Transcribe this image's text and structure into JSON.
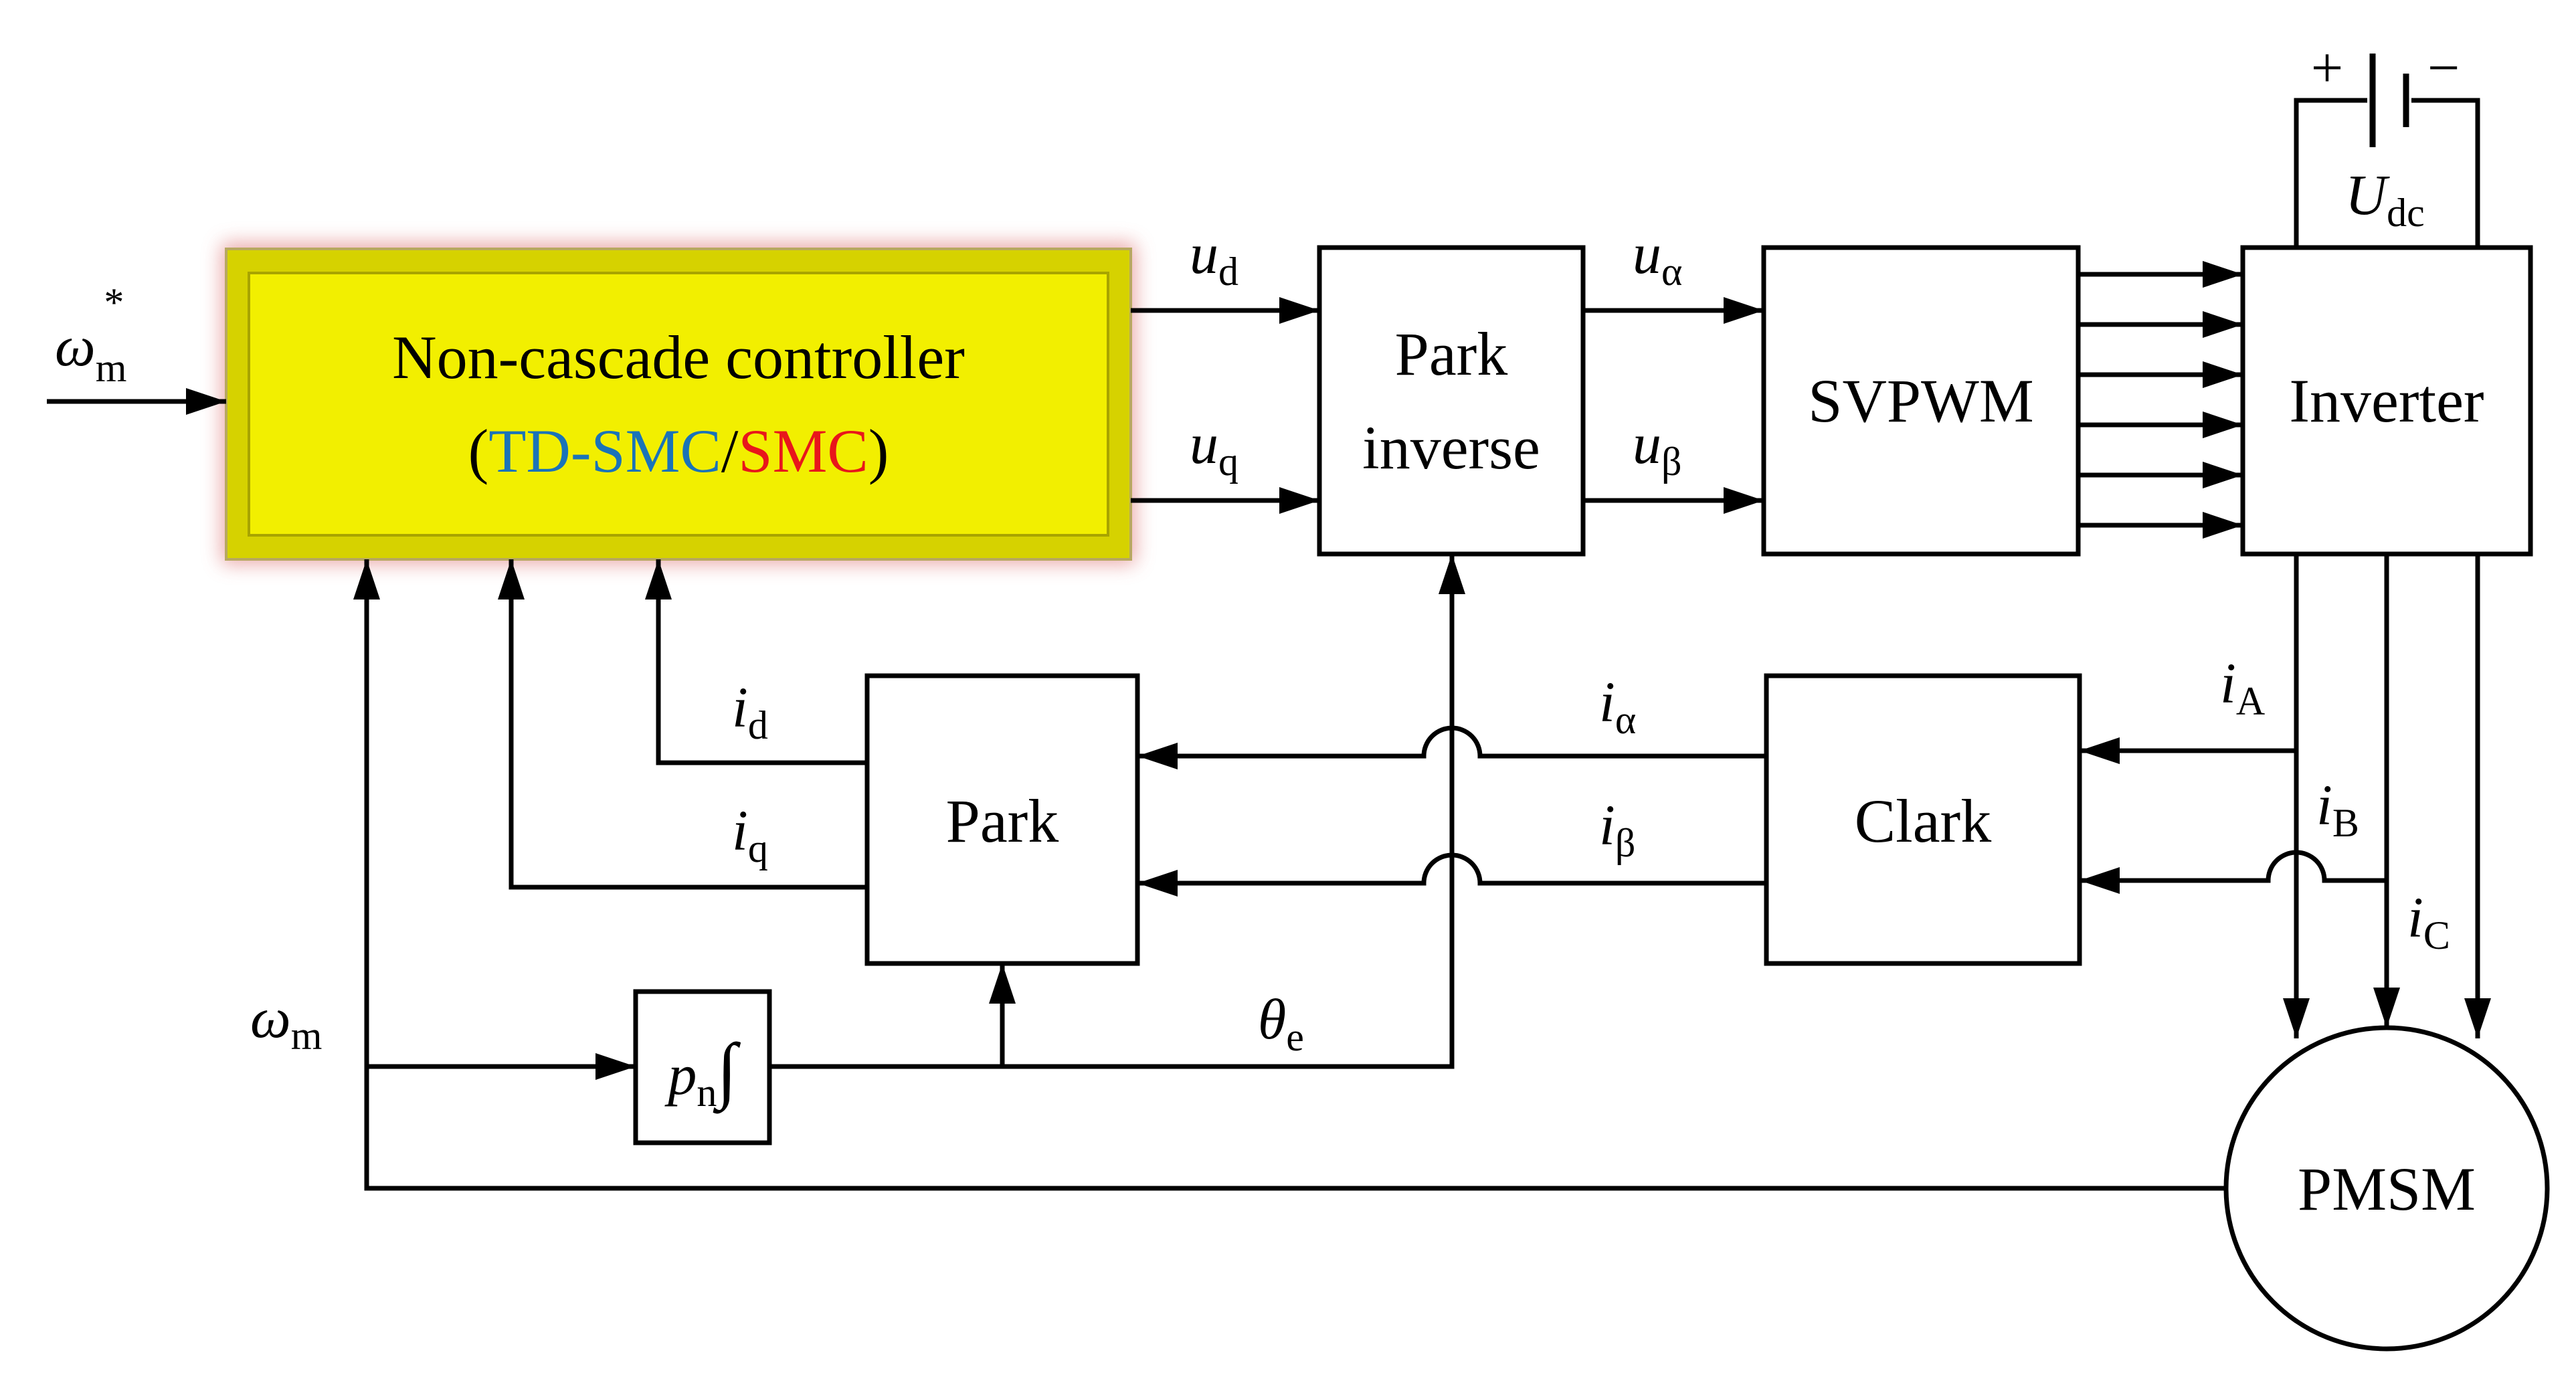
{
  "blocks": {
    "controller": {
      "title": "Non-cascade controller",
      "paren_open": "(",
      "variant_a": "TD-SMC",
      "separator": "/",
      "variant_b": "SMC",
      "paren_close": ")"
    },
    "park_inverse": {
      "line1": "Park",
      "line2": "inverse"
    },
    "svpwm": "SVPWM",
    "inverter": "Inverter",
    "park": "Park",
    "clark": "Clark",
    "pmsm": "PMSM",
    "integrator": {
      "symbol": "p",
      "subscript": "n",
      "integral": "∫"
    }
  },
  "signals": {
    "omega_ref": {
      "symbol": "ω",
      "subscript": "m",
      "superscript": "*"
    },
    "ud": {
      "symbol": "u",
      "subscript": "d"
    },
    "uq": {
      "symbol": "u",
      "subscript": "q"
    },
    "ualpha": {
      "symbol": "u",
      "subscript": "α"
    },
    "ubeta": {
      "symbol": "u",
      "subscript": "β"
    },
    "udc": {
      "symbol": "U",
      "subscript": "dc"
    },
    "battery_plus": "+",
    "battery_minus": "−",
    "id": {
      "symbol": "i",
      "subscript": "d"
    },
    "iq": {
      "symbol": "i",
      "subscript": "q"
    },
    "ialpha": {
      "symbol": "i",
      "subscript": "α"
    },
    "ibeta": {
      "symbol": "i",
      "subscript": "β"
    },
    "iA": {
      "symbol": "i",
      "subscript": "A"
    },
    "iB": {
      "symbol": "i",
      "subscript": "B"
    },
    "iC": {
      "symbol": "i",
      "subscript": "C"
    },
    "omega_m": {
      "symbol": "ω",
      "subscript": "m"
    },
    "theta_e": {
      "symbol": "θ",
      "subscript": "e"
    }
  },
  "colors": {
    "controller_fill": "#f2ef00",
    "controller_glow": "#e8a0a0",
    "variant_a": "#1a73b8",
    "variant_b": "#e8161b",
    "line": "#000000"
  }
}
